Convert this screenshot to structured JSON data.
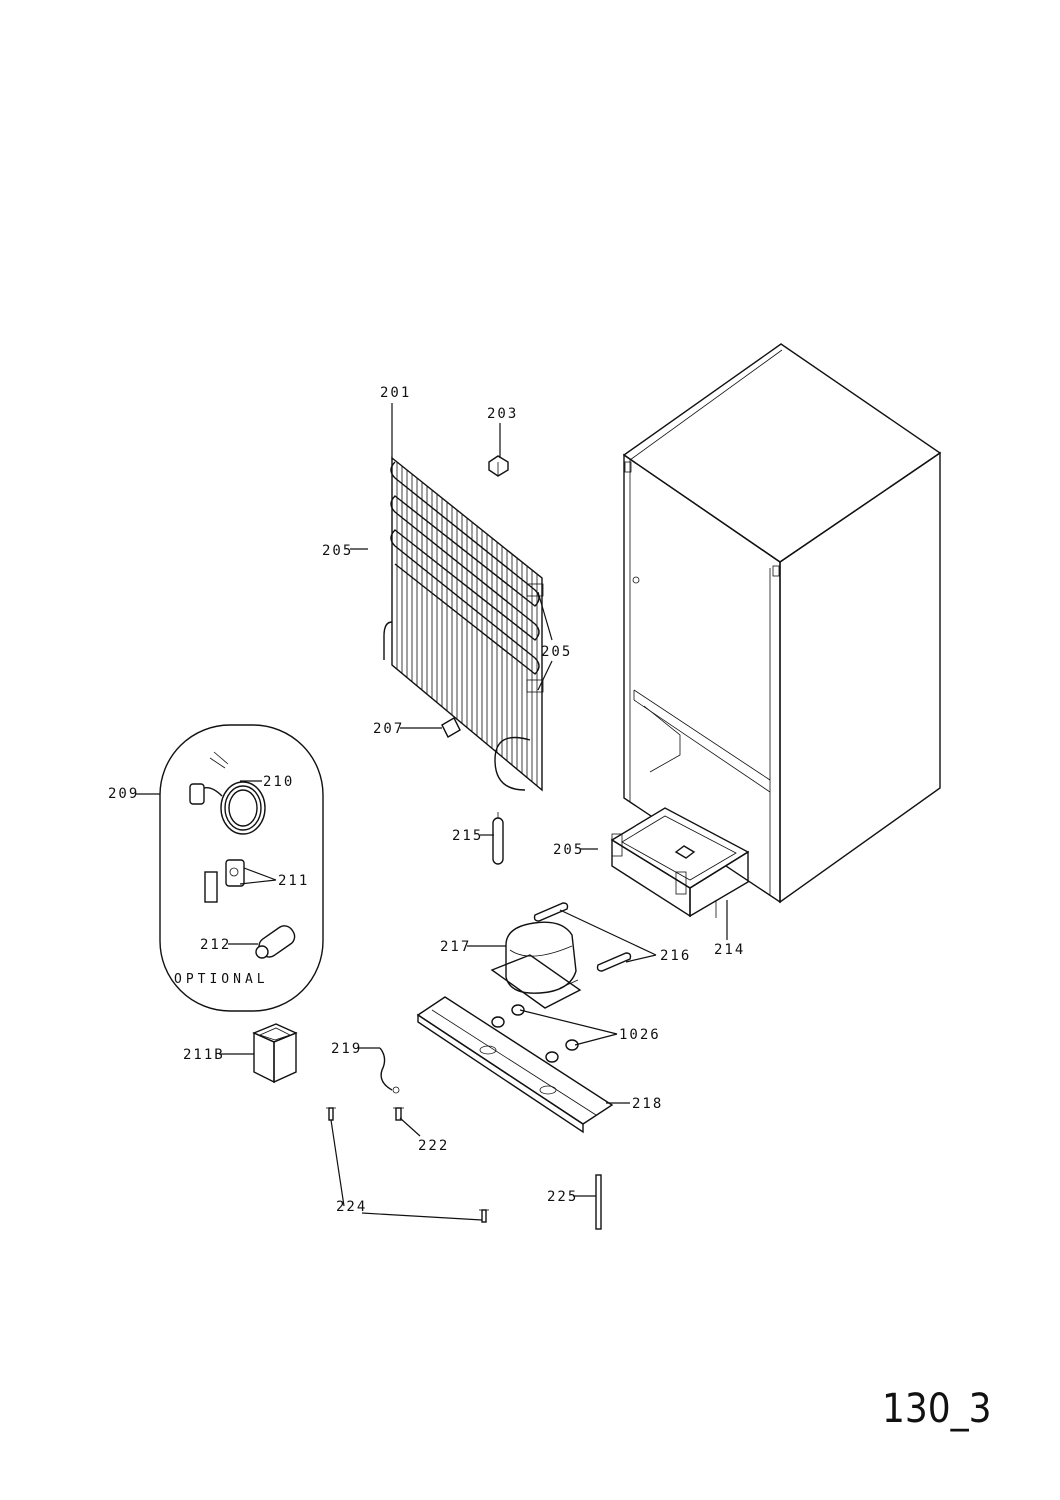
{
  "labels": {
    "l201": "201",
    "l203": "203",
    "l205_a": "205",
    "l205_b": "205",
    "l205_c": "205",
    "l207": "207",
    "l209": "209",
    "l210": "210",
    "l211": "211",
    "l212": "212",
    "l214": "214",
    "l215": "215",
    "l216": "216",
    "l217": "217",
    "l218": "218",
    "l219": "219",
    "l211b": "211B",
    "l222": "222",
    "l224": "224",
    "l225": "225",
    "l1026": "1026",
    "optional": "OPTIONAL"
  },
  "page_id": "130_3"
}
